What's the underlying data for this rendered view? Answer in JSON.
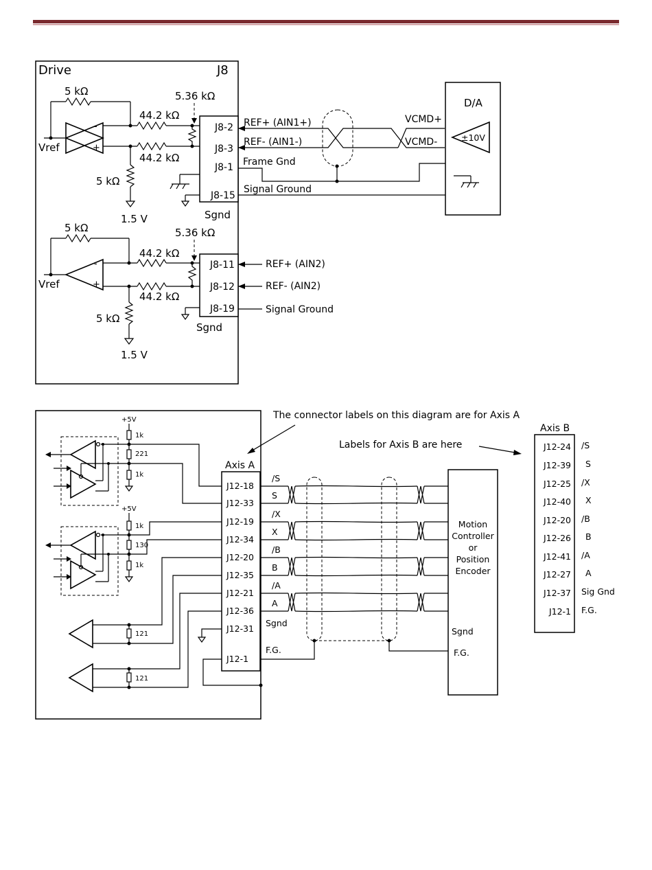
{
  "colors": {
    "header_rule": "#7a2a2e",
    "header_rule_light": "#c98b8f"
  },
  "top": {
    "drive": "Drive",
    "j8": "J8",
    "r5k_a": "5 kΩ",
    "r536_a": "5.36 kΩ",
    "r442_a1": "44.2 kΩ",
    "r442_a2": "44.2 kΩ",
    "r5k_a2": "5 kΩ",
    "v15_a": "1.5 V",
    "vref_a": "Vref",
    "minus": "-",
    "plus": "+",
    "pin_j82": "J8-2",
    "pin_j83": "J8-3",
    "pin_j81": "J8-1",
    "pin_j815": "J8-15",
    "sgnd_a": "Sgnd",
    "ref_plus1": "REF+ (AIN1+)",
    "ref_minus1": "REF- (AIN1-)",
    "frame_gnd": "Frame Gnd",
    "signal_ground1": "Signal Ground",
    "vcmd_plus": "VCMD+",
    "vcmd_minus": "VCMD-",
    "da": "D/A",
    "pm10v": "±10V",
    "r5k_b": "5 kΩ",
    "r536_b": "5.36 kΩ",
    "r442_b1": "44.2 kΩ",
    "r442_b2": "44.2 kΩ",
    "r5k_b2": "5 kΩ",
    "v15_b": "1.5 V",
    "vref_b": "Vref",
    "pin_j811": "J8-11",
    "pin_j812": "J8-12",
    "pin_j819": "J8-19",
    "sgnd_b": "Sgnd",
    "ref_plus2": "REF+ (AIN2)",
    "ref_minus2": "REF- (AIN2)",
    "signal_ground2": "Signal Ground"
  },
  "bottom": {
    "note_axis_a": "The connector labels on this diagram are for Axis A",
    "note_axis_b": "Labels for Axis B are here",
    "axis_a": "Axis A",
    "axis_b": "Axis B",
    "plus5v_1": "+5V",
    "plus5v_2": "+5V",
    "r1k_1": "1k",
    "r221": "221",
    "r1k_2": "1k",
    "r1k_3": "1k",
    "r130": "130",
    "r1k_4": "1k",
    "r121_1": "121",
    "r121_2": "121",
    "axis_a_pins": [
      "J12-18",
      "J12-33",
      "J12-19",
      "J12-34",
      "J12-20",
      "J12-35",
      "J12-21",
      "J12-36",
      "J12-31",
      "J12-1"
    ],
    "signals": [
      "/S",
      "S",
      "/X",
      "X",
      "/B",
      "B",
      "/A",
      "A"
    ],
    "sgnd": "Sgnd",
    "fg": "F.G.",
    "controller": [
      "Motion",
      "Controller",
      "or",
      "Position",
      "Encoder"
    ],
    "ctrl_sgnd": "Sgnd",
    "ctrl_fg": "F.G.",
    "axis_b_pins": [
      "J12-24",
      "J12-39",
      "J12-25",
      "J12-40",
      "J12-20",
      "J12-26",
      "J12-41",
      "J12-27",
      "J12-37",
      "J12-1"
    ],
    "axis_b_signals": [
      "/S",
      "S",
      "/X",
      "X",
      "/B",
      "B",
      "/A",
      "A",
      "Sig Gnd",
      "F.G."
    ]
  }
}
